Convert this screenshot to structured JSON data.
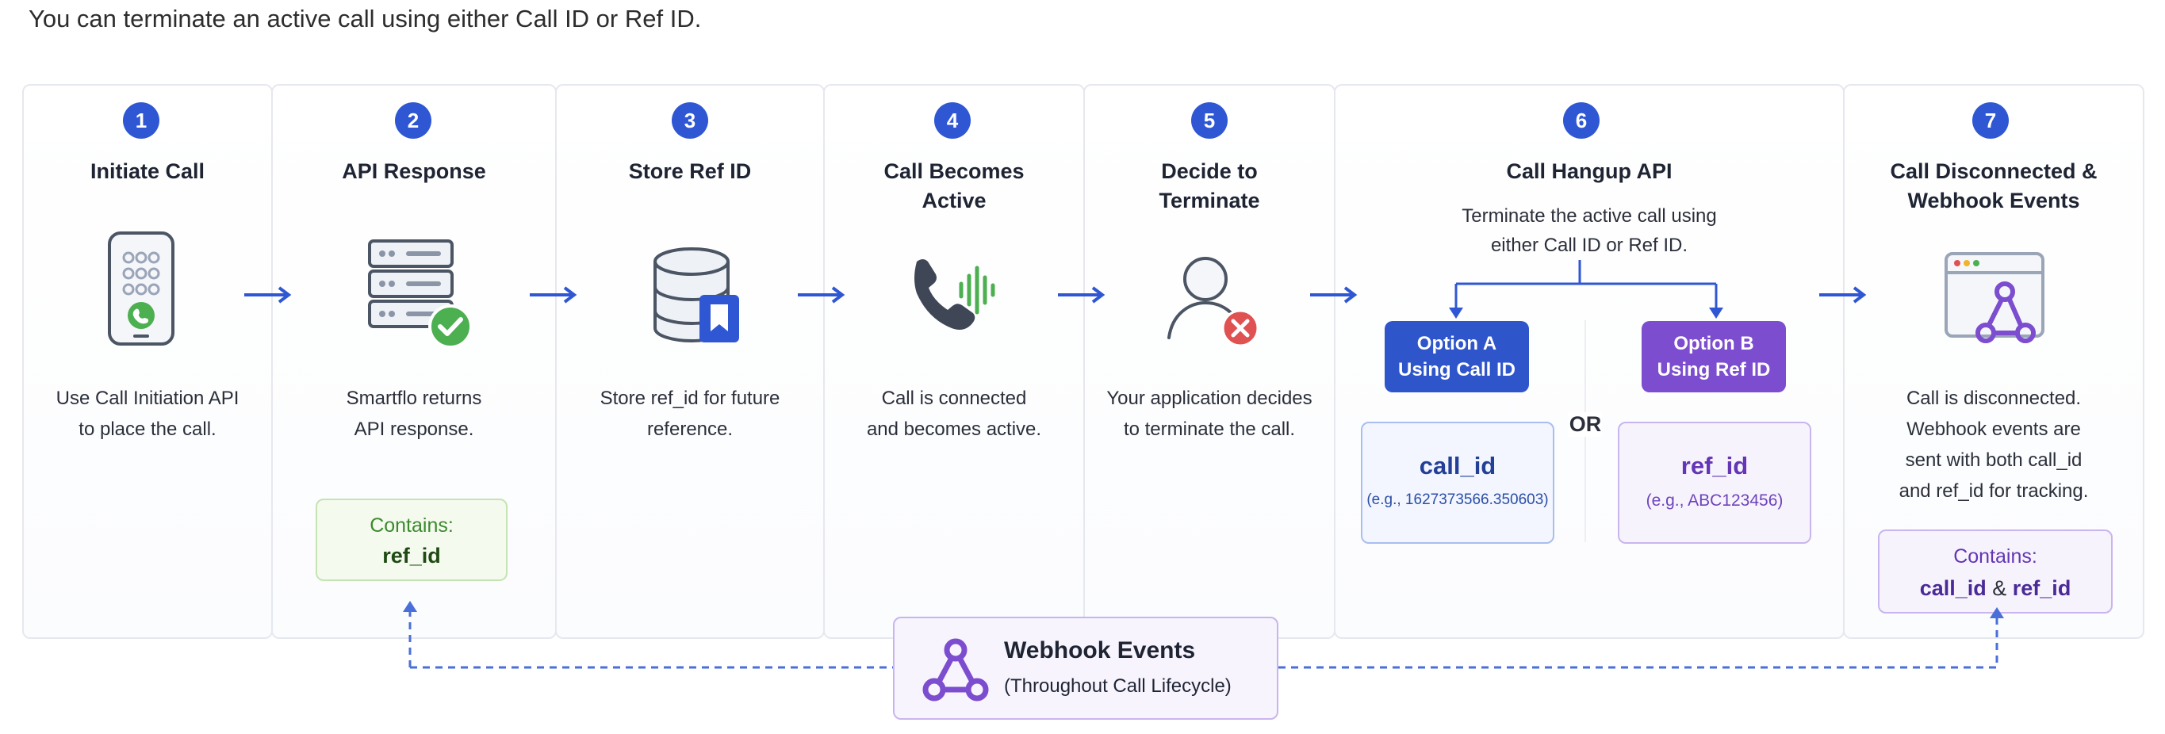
{
  "intro": "You can terminate an active call using either Call ID or Ref ID.",
  "steps": [
    {
      "num": "1",
      "title": "Initiate Call",
      "desc": [
        "Use Call Initiation API",
        "to place the call."
      ]
    },
    {
      "num": "2",
      "title": "API Response",
      "desc": [
        "Smartflo returns",
        "API response."
      ]
    },
    {
      "num": "3",
      "title": "Store Ref ID",
      "desc": [
        "Store ref_id for future",
        "reference."
      ]
    },
    {
      "num": "4",
      "title": [
        "Call Becomes",
        "Active"
      ],
      "desc": [
        "Call is connected",
        "and becomes active."
      ]
    },
    {
      "num": "5",
      "title": [
        "Decide to",
        "Terminate"
      ],
      "desc": [
        "Your application decides",
        "to terminate the call."
      ]
    },
    {
      "num": "6",
      "title": "Call Hangup API",
      "desc": [
        "Terminate the active call using",
        "either Call ID or Ref ID."
      ]
    },
    {
      "num": "7",
      "title": [
        "Call Disconnected &",
        "Webhook Events"
      ],
      "desc": [
        "Call is disconnected.",
        "Webhook events are",
        "sent with both call_id",
        "and ref_id for tracking."
      ]
    }
  ],
  "contains_step2": {
    "label": "Contains:",
    "value": "ref_id"
  },
  "options": {
    "a": {
      "title": [
        "Option A",
        "Using Call ID"
      ],
      "field": "call_id",
      "example": "(e.g., 1627373566.350603)"
    },
    "or": "OR",
    "b": {
      "title": [
        "Option B",
        "Using Ref ID"
      ],
      "field": "ref_id",
      "example": "(e.g., ABC123456)"
    }
  },
  "contains_step7": {
    "label": "Contains:",
    "value_a": "call_id",
    "amp": "&",
    "value_b": "ref_id"
  },
  "webhook": {
    "title": "Webhook Events",
    "subtitle": "(Throughout Call Lifecycle)"
  },
  "colors": {
    "accent": "#2f57d4",
    "green": "#4caf50",
    "purple": "#7c4dce",
    "red": "#e05252"
  }
}
